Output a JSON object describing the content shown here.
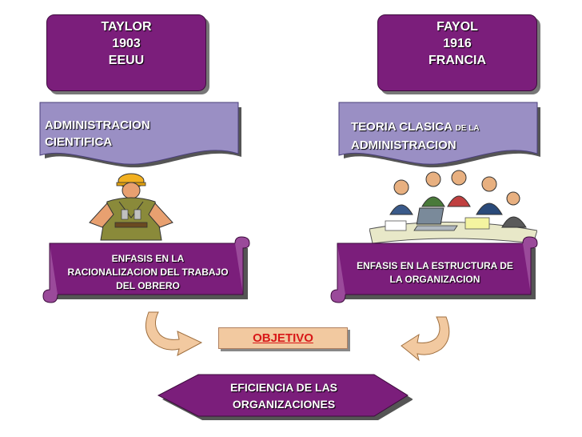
{
  "taylor": {
    "name": "TAYLOR",
    "year": "1903",
    "place": "EEUU"
  },
  "fayol": {
    "name": "FAYOL",
    "year": "1916",
    "place": "FRANCIA"
  },
  "left_doc": {
    "line1": "ADMINISTRACION",
    "line2": "CIENTIFICA"
  },
  "right_doc": {
    "line1_main": "TEORIA CLASICA",
    "line1_small": "DE LA",
    "line2": "ADMINISTRACION"
  },
  "left_scroll": {
    "line1": "ENFASIS EN LA",
    "line2": "RACIONALIZACION DEL TRABAJO",
    "line3": "DEL OBRERO"
  },
  "right_scroll": {
    "line1": "ENFASIS EN LA ESTRUCTURA DE",
    "line2": "LA ORGANIZACION"
  },
  "objetivo": "OBJETIVO",
  "eficiencia": {
    "line1": "EFICIENCIA DE LAS",
    "line2": "ORGANIZACIONES"
  },
  "colors": {
    "purple": "#7b1e7b",
    "lavender": "#9a8fc4",
    "arrow": "#f2c9a0",
    "objetivo_text": "#d81818"
  },
  "icons": {
    "worker": "worker-clipart-icon",
    "team": "business-team-clipart-icon",
    "left_arrow": "curved-arrow-right-icon",
    "right_arrow": "curved-arrow-left-icon"
  }
}
